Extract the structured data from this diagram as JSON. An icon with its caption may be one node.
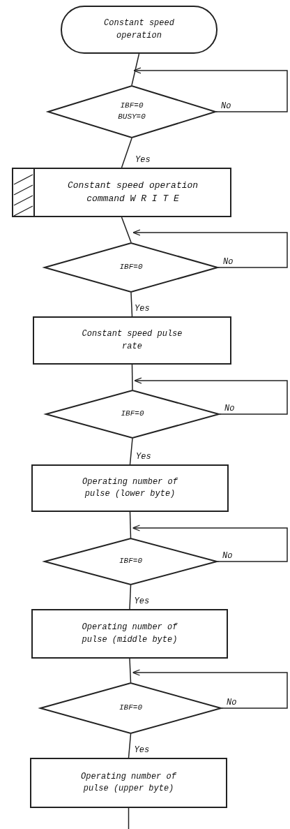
{
  "diagram": {
    "nodes": [
      {
        "text": [
          "Constant speed operation"
        ]
      },
      {
        "text": [
          "IBF=0",
          "BUSY=0"
        ]
      },
      {
        "text": [
          "Constant speed operation command W R I T E"
        ]
      },
      {
        "text": [
          "IBF=0"
        ]
      },
      {
        "text": [
          "Constant speed pulse rate"
        ]
      },
      {
        "text": [
          "IBF=0"
        ]
      },
      {
        "text": [
          "Operating number of pulse (lower byte)"
        ]
      },
      {
        "text": [
          "IBF=0"
        ]
      },
      {
        "text": [
          "Operating number of pulse (middle byte)"
        ]
      },
      {
        "text": [
          "IBF=0"
        ]
      },
      {
        "text": [
          "Operating number of pulse (upper byte)"
        ]
      }
    ],
    "edges": [
      {
        "from": 0,
        "to": 1,
        "arrow": "none"
      },
      {
        "from": 1,
        "to": 1,
        "label": "No",
        "arrow": "to"
      },
      {
        "from": 1,
        "to": 2,
        "label": "Yes",
        "arrow": "none"
      },
      {
        "from": 2,
        "to": 3,
        "arrow": "none"
      },
      {
        "from": 3,
        "to": 3,
        "label": "No",
        "arrow": "to"
      },
      {
        "from": 3,
        "to": 4,
        "label": "Yes",
        "arrow": "none"
      },
      {
        "from": 4,
        "to": 5,
        "arrow": "none"
      },
      {
        "from": 5,
        "to": 5,
        "label": "No",
        "arrow": "to"
      },
      {
        "from": 5,
        "to": 6,
        "label": "Yes",
        "arrow": "none"
      },
      {
        "from": 6,
        "to": 7,
        "arrow": "none"
      },
      {
        "from": 7,
        "to": 7,
        "label": "No",
        "arrow": "to"
      },
      {
        "from": 7,
        "to": 8,
        "label": "Yes",
        "arrow": "none"
      },
      {
        "from": 8,
        "to": 9,
        "arrow": "none"
      },
      {
        "from": 9,
        "to": 9,
        "label": "No",
        "arrow": "to"
      },
      {
        "from": 9,
        "to": 10,
        "label": "Yes",
        "arrow": "none"
      },
      {
        "from": 10,
        "to": null,
        "arrow": "none"
      }
    ]
  }
}
